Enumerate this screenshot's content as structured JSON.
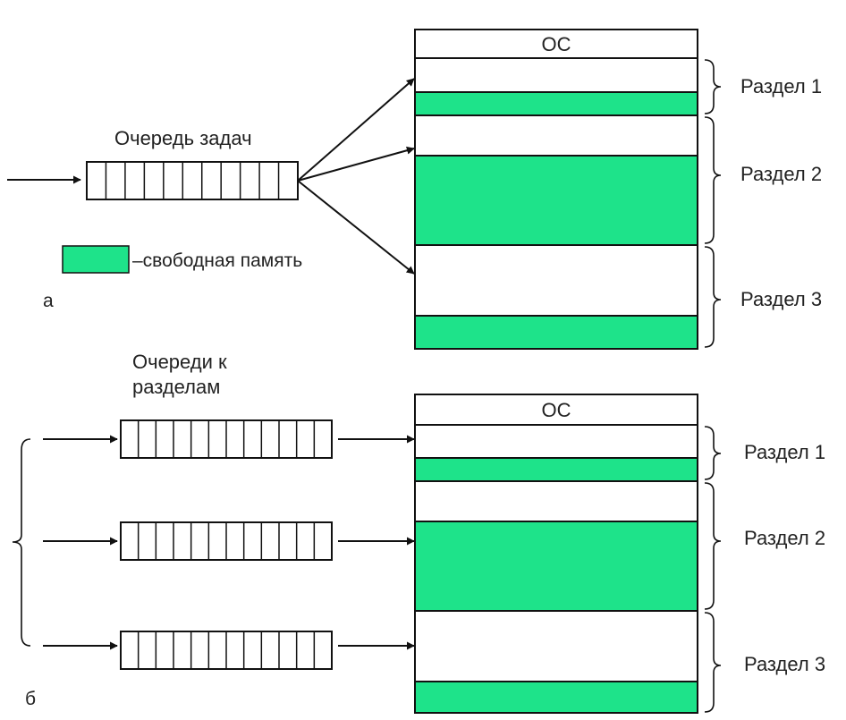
{
  "colors": {
    "free_memory": "#1ee38a",
    "line": "#111111",
    "background": "#ffffff"
  },
  "diagram_a": {
    "caption": "а",
    "queue_title": "Очередь задач",
    "legend_label": "–свободная память",
    "memory": {
      "os_label": "ОС",
      "partitions": [
        "Раздел 1",
        "Раздел 2",
        "Раздел 3"
      ]
    }
  },
  "diagram_b": {
    "caption": "б",
    "queues_title_line1": "Очереди к",
    "queues_title_line2": "разделам",
    "memory": {
      "os_label": "ОС",
      "partitions": [
        "Раздел 1",
        "Раздел 2",
        "Раздел 3"
      ]
    }
  }
}
